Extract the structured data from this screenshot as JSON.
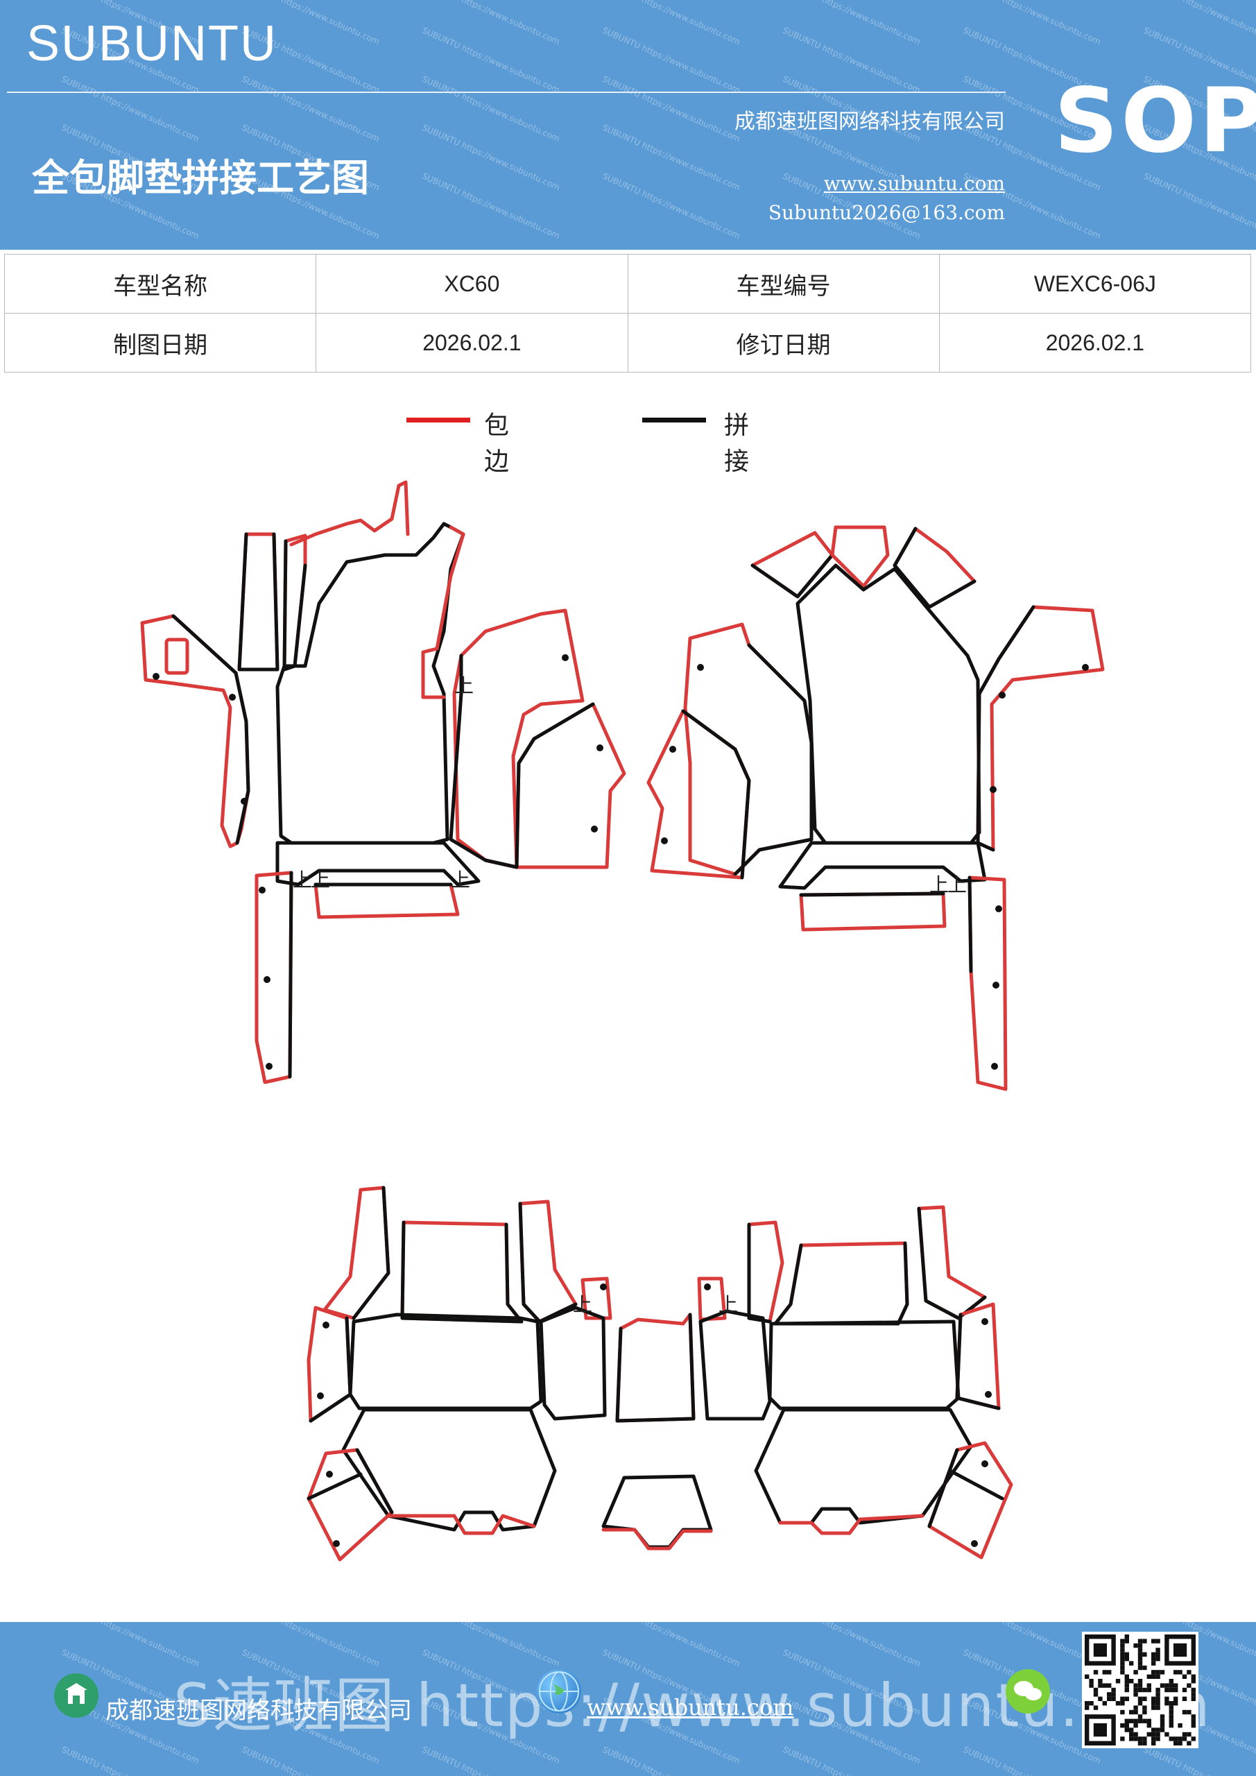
{
  "header": {
    "brand": "SUBUNTU",
    "title": "全包脚垫拼接工艺图",
    "company": "成都速班图网络科技有限公司",
    "website": "www.subuntu.com",
    "email": "Subuntu2026@163.com",
    "badge": "SOP",
    "watermark": "SUBUNTU https://www.subuntu.com"
  },
  "info": {
    "row1": {
      "label1": "车型名称",
      "value1": "XC60",
      "label2": "车型编号",
      "value2": "WEXC6-06J"
    },
    "row2": {
      "label1": "制图日期",
      "value1": "2026.02.1",
      "label2": "修订日期",
      "value2": "2026.02.1"
    }
  },
  "legend": [
    {
      "label": "包边",
      "color": "#e02020"
    },
    {
      "label": "拼接",
      "color": "#111111"
    }
  ],
  "diagram_marks": {
    "seam_mark": "上"
  },
  "colors": {
    "brand_blue": "#5b9bd5",
    "edge_red": "#d93a3a",
    "seam_black": "#111111"
  },
  "footer": {
    "company": "成都速班图网络科技有限公司",
    "website": "www.subuntu.com",
    "ghost_text": "S速班图 https://www.subuntu.com",
    "icons": [
      "building-icon",
      "globe-icon",
      "wechat-icon"
    ]
  }
}
